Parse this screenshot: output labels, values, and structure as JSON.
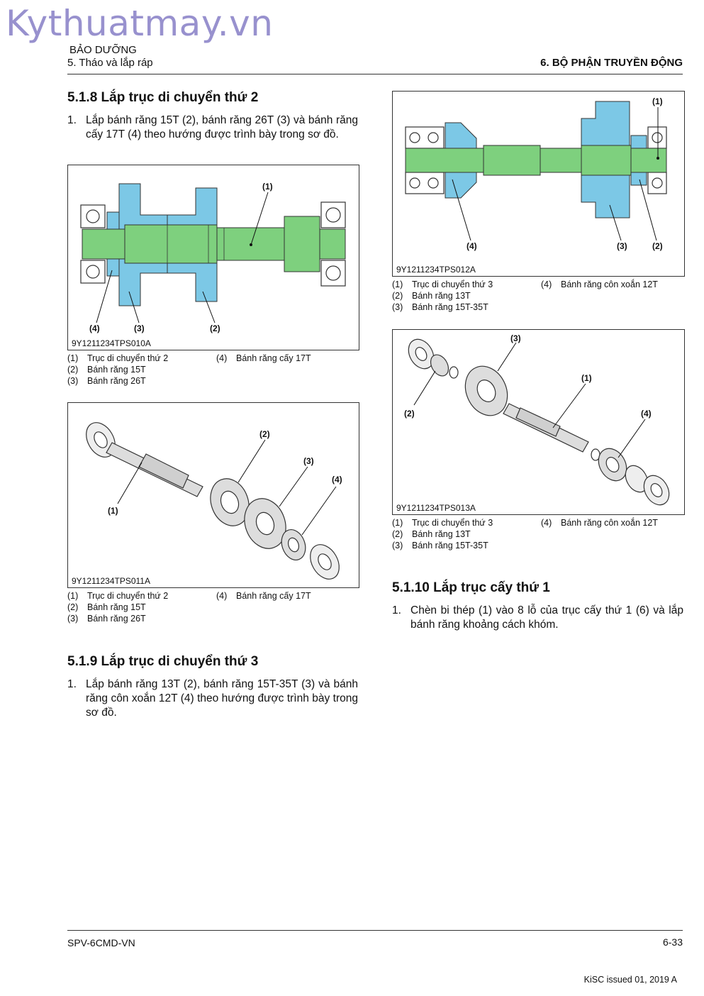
{
  "watermark": "Kythuatmay.vn",
  "header": {
    "chapter": "BẢO DƯỠNG",
    "section": "5. Tháo và lắp ráp",
    "right_title": "6. BỘ PHẬN TRUYỀN ĐỘNG"
  },
  "sections": {
    "s518": {
      "title": "5.1.8 Lắp trục di chuyển thứ 2",
      "step_num": "1.",
      "step_text": "Lắp bánh răng 15T (2), bánh răng 26T (3) và bánh răng cấy 17T (4) theo hướng được trình bày trong sơ đồ."
    },
    "s519": {
      "title": "5.1.9 Lắp trục di chuyển thứ 3",
      "step_num": "1.",
      "step_text": "Lắp bánh răng 13T (2), bánh răng 15T-35T (3) và bánh răng côn xoắn 12T (4) theo hướng được trình bày trong sơ đồ."
    },
    "s5110": {
      "title": "5.1.10 Lắp trục cấy thứ 1",
      "step_num": "1.",
      "step_text": "Chèn bi thép (1) vào 8 lỗ của trục cấy thứ 1 (6) và lắp bánh răng khoảng cách khóm."
    }
  },
  "figures": {
    "f010": {
      "code": "9Y1211234TPS010A",
      "callouts": [
        "(1)",
        "(2)",
        "(3)",
        "(4)"
      ],
      "legend": [
        {
          "n": "(1)",
          "t": "Trục di chuyển thứ 2"
        },
        {
          "n": "(2)",
          "t": "Bánh răng 15T"
        },
        {
          "n": "(3)",
          "t": "Bánh răng 26T"
        },
        {
          "n": "(4)",
          "t": "Bánh răng cấy 17T"
        }
      ]
    },
    "f011": {
      "code": "9Y1211234TPS011A",
      "callouts": [
        "(1)",
        "(2)",
        "(3)",
        "(4)"
      ],
      "legend": [
        {
          "n": "(1)",
          "t": "Trục di chuyển thứ 2"
        },
        {
          "n": "(2)",
          "t": "Bánh răng 15T"
        },
        {
          "n": "(3)",
          "t": "Bánh răng 26T"
        },
        {
          "n": "(4)",
          "t": "Bánh răng cấy 17T"
        }
      ]
    },
    "f012": {
      "code": "9Y1211234TPS012A",
      "callouts": [
        "(1)",
        "(2)",
        "(3)",
        "(4)"
      ],
      "legend": [
        {
          "n": "(1)",
          "t": "Trục di chuyển thứ 3"
        },
        {
          "n": "(2)",
          "t": "Bánh răng 13T"
        },
        {
          "n": "(3)",
          "t": "Bánh răng 15T-35T"
        },
        {
          "n": "(4)",
          "t": "Bánh răng côn xoắn 12T"
        }
      ]
    },
    "f013": {
      "code": "9Y1211234TPS013A",
      "callouts": [
        "(1)",
        "(2)",
        "(3)",
        "(4)"
      ],
      "legend": [
        {
          "n": "(1)",
          "t": "Trục di chuyển thứ 3"
        },
        {
          "n": "(2)",
          "t": "Bánh răng 13T"
        },
        {
          "n": "(3)",
          "t": "Bánh răng 15T-35T"
        },
        {
          "n": "(4)",
          "t": "Bánh răng côn xoắn 12T"
        }
      ]
    }
  },
  "footer": {
    "doc_code": "SPV-6CMD-VN",
    "page_num": "6-33",
    "issued": "KiSC issued 01, 2019 A"
  },
  "colors": {
    "shaft_green": "#7ed07e",
    "gear_blue": "#7cc8e6",
    "outline": "#333333",
    "watermark": "#8d86c9"
  }
}
